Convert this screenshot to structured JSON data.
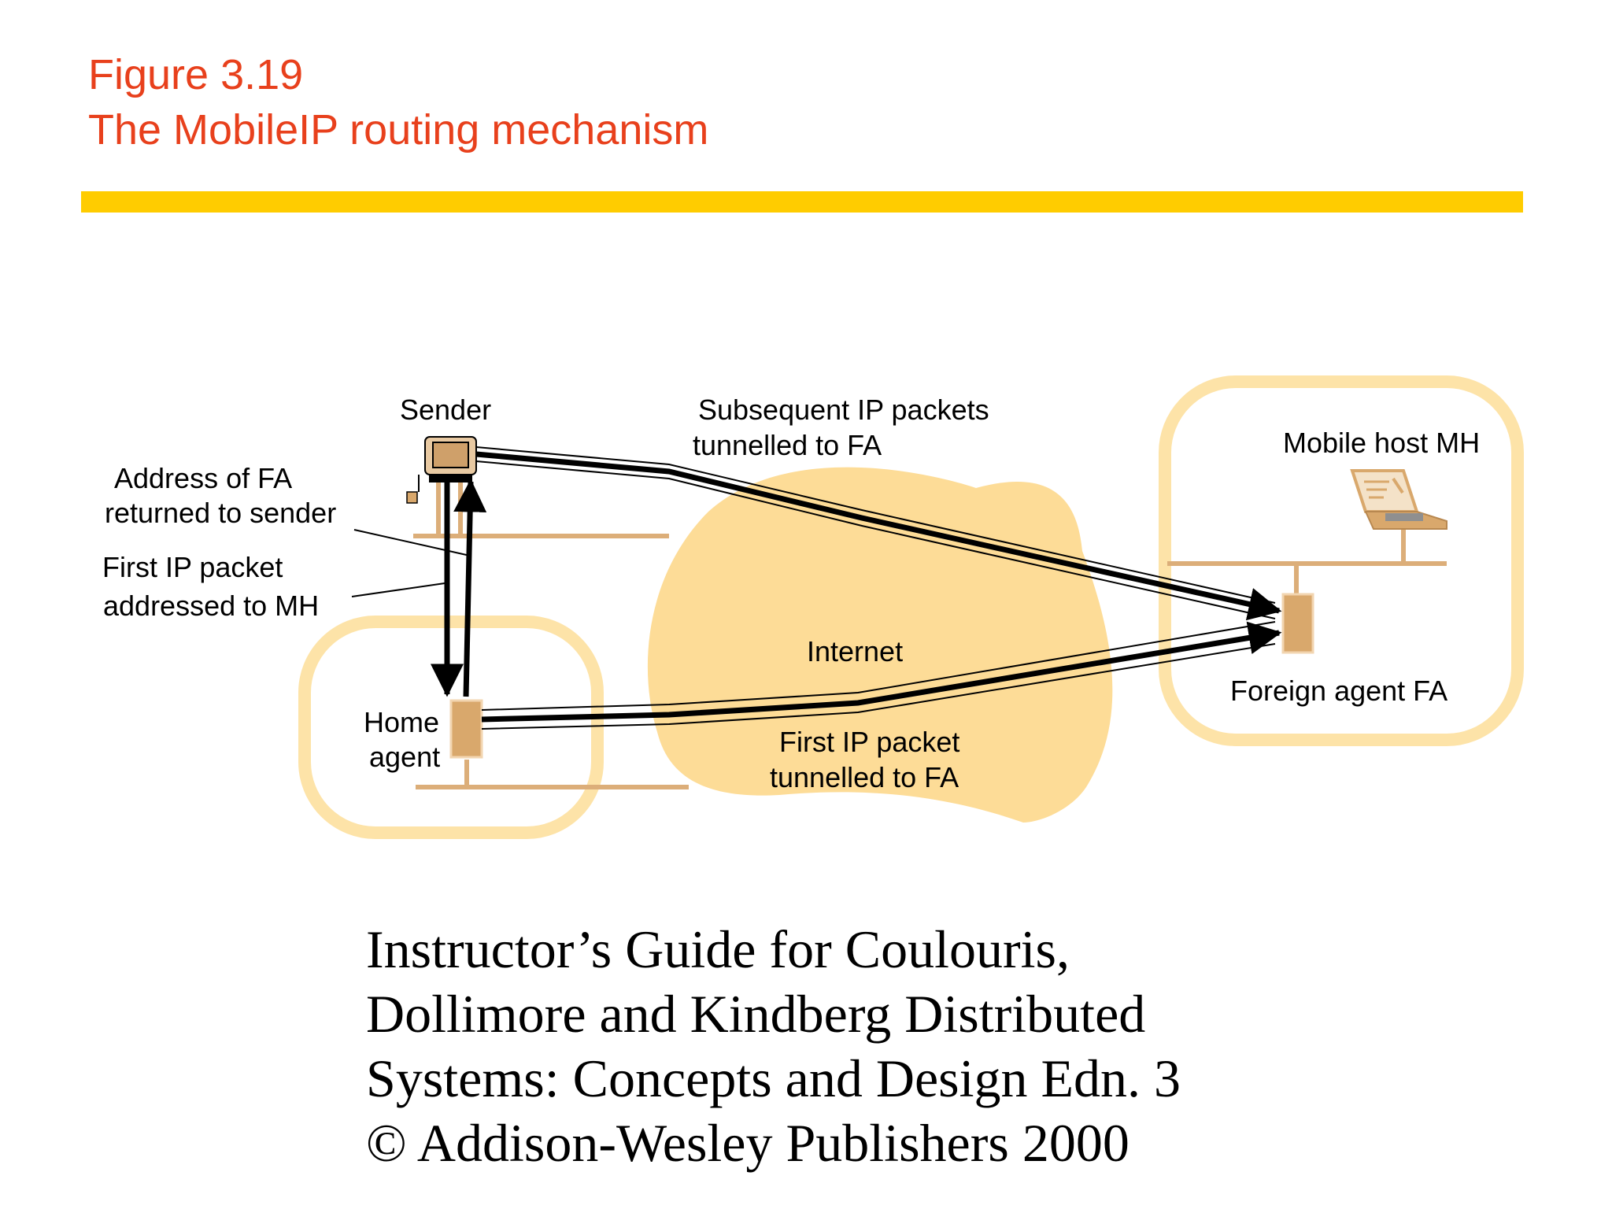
{
  "figure": {
    "number": "Figure 3.19",
    "title": "The MobileIP routing mechanism"
  },
  "diagram": {
    "labels": {
      "sender": "Sender",
      "subsequent_1": "Subsequent IP packets",
      "subsequent_2": "tunnelled to FA",
      "address_fa_1": "Address of FA",
      "address_fa_2": "returned to sender",
      "first_packet_1": "First IP packet",
      "first_packet_2": "addressed to MH",
      "mobile_host": "Mobile host MH",
      "internet": "Internet",
      "home_1": "Home",
      "home_2": "agent",
      "tunnel_1": "First IP packet",
      "tunnel_2": "tunnelled to FA",
      "foreign_agent": "Foreign agent FA"
    },
    "colors": {
      "network_fill": "#fddc97",
      "network_outline": "#fde3a8",
      "cable": "#dcae79",
      "device": "#d9a86c",
      "arrow": "#000000"
    }
  },
  "footer": {
    "line1": "Instructor’s Guide for  Coulouris,",
    "line2": "Dollimore and Kindberg   Distributed",
    "line3": "Systems: Concepts and Design   Edn. 3",
    "line4": "©  Addison-Wesley Publishers 2000"
  }
}
